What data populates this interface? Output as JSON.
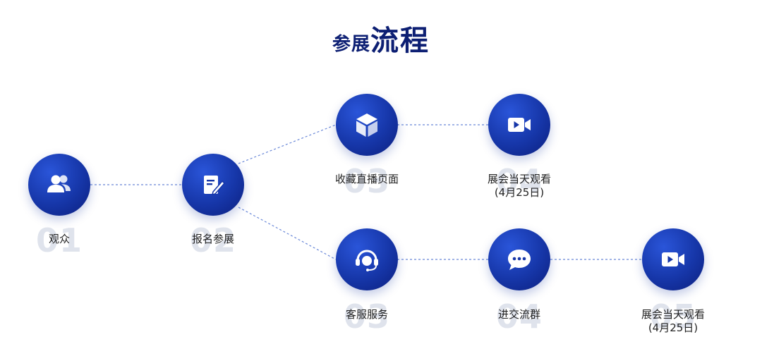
{
  "title": {
    "part1": "参展",
    "part2": "流程"
  },
  "colors": {
    "primary": "#1636a8",
    "dark": "#0c1f7e",
    "line": "#6a88d8",
    "number_watermark": "#dfe3ec"
  },
  "nodes": [
    {
      "number": "01",
      "label": "观众",
      "icon": "users-icon"
    },
    {
      "number": "02",
      "label": "报名参展",
      "icon": "edit-form-icon"
    },
    {
      "number": "03",
      "label": "收藏直播页面",
      "icon": "cube-icon"
    },
    {
      "number": "04",
      "label": "展会当天观看",
      "sublabel": "(4月25日)",
      "icon": "video-camera-icon"
    },
    {
      "number": "03",
      "label": "客服服务",
      "icon": "headset-icon"
    },
    {
      "number": "04",
      "label": "进交流群",
      "icon": "chat-bubble-icon"
    },
    {
      "number": "05",
      "label": "展会当天观看",
      "sublabel": "(4月25日)",
      "icon": "video-camera-icon"
    }
  ]
}
